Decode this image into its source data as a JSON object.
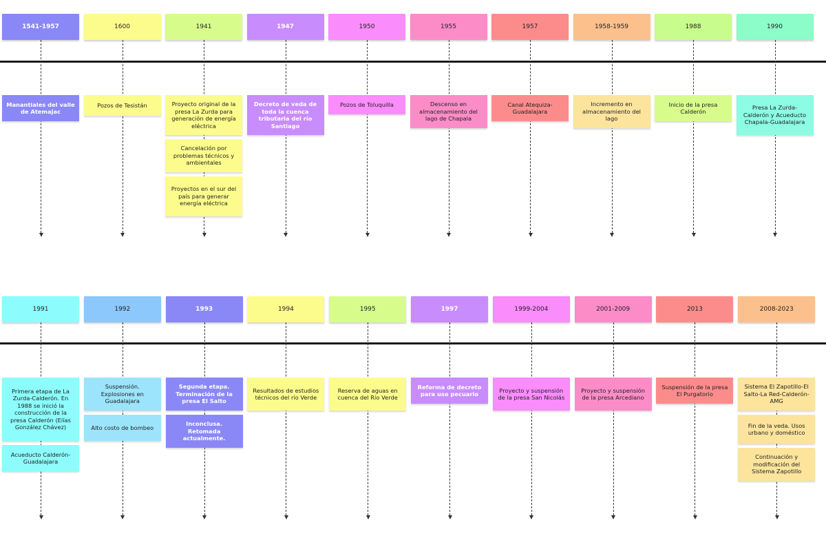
{
  "rows": [
    {
      "columns": [
        {
          "year": "1541-1957",
          "color": "#8a88f6",
          "light": true,
          "notes": [
            {
              "text": "Manantiales del valle de Atemajac",
              "color": "#8a88f6",
              "light": true
            }
          ]
        },
        {
          "year": "1600",
          "color": "#fcfc8c",
          "light": false,
          "notes": [
            {
              "text": "Pozos de Tesistán",
              "color": "#fcfc8c",
              "light": false
            }
          ]
        },
        {
          "year": "1941",
          "color": "#d8fc8c",
          "light": false,
          "notes": [
            {
              "text": "Proyecto original de la presa La Zurda para generación de energía eléctrica",
              "color": "#fcfc8c",
              "light": false
            },
            {
              "text": "Cancelación por problemas técnicos y ambientales",
              "color": "#fcfc8c",
              "light": false
            },
            {
              "text": "Proyectos en el sur del país para generar energía eléctrica",
              "color": "#fcfc8c",
              "light": false
            }
          ]
        },
        {
          "year": "1947",
          "color": "#c88cfc",
          "light": true,
          "notes": [
            {
              "text": "Decreto de veda de toda la cuenca tributaria del río Santiago",
              "color": "#c88cfc",
              "light": true
            }
          ]
        },
        {
          "year": "1950",
          "color": "#fa8cfc",
          "light": false,
          "notes": [
            {
              "text": "Pozos de Toluquilla",
              "color": "#fa8cfc",
              "light": false
            }
          ]
        },
        {
          "year": "1955",
          "color": "#fc8cc8",
          "light": false,
          "notes": [
            {
              "text": "Descenso en almacenamiento del lago de Chapala",
              "color": "#fc8cc8",
              "light": false
            }
          ]
        },
        {
          "year": "1957",
          "color": "#fc8c8c",
          "light": false,
          "notes": [
            {
              "text": "Canal Atequiza-Guadalajara",
              "color": "#fc8c8c",
              "light": false
            }
          ]
        },
        {
          "year": "1958-1959",
          "color": "#fcc08c",
          "light": false,
          "notes": [
            {
              "text": "Incremento en almacenamiento del lago",
              "color": "#fce49c",
              "light": false
            }
          ]
        },
        {
          "year": "1988",
          "color": "#c8fc8c",
          "light": false,
          "notes": [
            {
              "text": "Inicio de la presa Calderón",
              "color": "#d8fc8c",
              "light": false
            }
          ]
        },
        {
          "year": "1990",
          "color": "#8cfcc8",
          "light": false,
          "notes": [
            {
              "text": "Presa La Zurda-Calderón y Acueducto Chapala-Guadalajara",
              "color": "#8cfce4",
              "light": false
            }
          ]
        }
      ]
    },
    {
      "columns": [
        {
          "year": "1991",
          "color": "#8cfcfc",
          "light": false,
          "notes": [
            {
              "text": "Primera etapa de La Zurda-Calderón. En 1988 se inició la construcción de la presa Calderón (Elías González Chávez)",
              "color": "#8cfcfc",
              "light": false
            },
            {
              "text": "Acueducto Calderón-Guadalajara",
              "color": "#8cfcfc",
              "light": false
            }
          ]
        },
        {
          "year": "1992",
          "color": "#8cc8fc",
          "light": false,
          "notes": [
            {
              "text": "Suspensión. Explosiones en Guadalajara",
              "color": "#9ce4fc",
              "light": false
            },
            {
              "text": "Alto costo de bombeo",
              "color": "#9ce4fc",
              "light": false
            }
          ]
        },
        {
          "year": "1993",
          "color": "#8a88f6",
          "light": true,
          "notes": [
            {
              "text": "Segunda etapa. Terminación de la presa El Salto",
              "color": "#8a88f6",
              "light": true
            },
            {
              "text": "Inconclusa. Retomada actualmente.",
              "color": "#8a88f6",
              "light": true
            }
          ]
        },
        {
          "year": "1994",
          "color": "#fcfc8c",
          "light": false,
          "notes": [
            {
              "text": "Resultados de estudios técnicos del río Verde",
              "color": "#fcfc8c",
              "light": false
            }
          ]
        },
        {
          "year": "1995",
          "color": "#d8fc8c",
          "light": false,
          "notes": [
            {
              "text": "Reserva de aguas en cuenca del Río Verde",
              "color": "#fcfc8c",
              "light": false
            }
          ]
        },
        {
          "year": "1997",
          "color": "#c88cfc",
          "light": true,
          "notes": [
            {
              "text": "Reforma de decreto para uso pecuario",
              "color": "#c88cfc",
              "light": true
            }
          ]
        },
        {
          "year": "1999-2004",
          "color": "#fa8cfc",
          "light": false,
          "notes": [
            {
              "text": "Proyecto y suspensión de la presa San Nicolás",
              "color": "#fa8cfc",
              "light": false
            }
          ]
        },
        {
          "year": "2001-2009",
          "color": "#fc8cc8",
          "light": false,
          "notes": [
            {
              "text": "Proyecto y suspensión de la presa Arcediano",
              "color": "#fc8cc8",
              "light": false
            }
          ]
        },
        {
          "year": "2013",
          "color": "#fc8c8c",
          "light": false,
          "notes": [
            {
              "text": "Suspensión de la presa El Purgatorio",
              "color": "#fc8c8c",
              "light": false
            }
          ]
        },
        {
          "year": "2008-2023",
          "color": "#fcc08c",
          "light": false,
          "notes": [
            {
              "text": "Sistema El Zapotillo-El Salto-La Red-Calderón-AMG",
              "color": "#fce49c",
              "light": false
            },
            {
              "text": "Fin de la veda. Usos urbano y doméstico",
              "color": "#fce49c",
              "light": false
            },
            {
              "text": "Continuación y modificación del Sistema Zapotillo",
              "color": "#fce49c",
              "light": false
            }
          ]
        }
      ]
    }
  ]
}
